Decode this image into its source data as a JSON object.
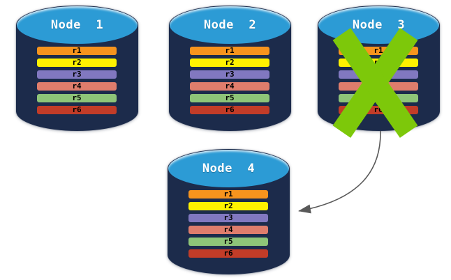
{
  "diagram": {
    "nodes": [
      {
        "title": "Node  1",
        "failed": false
      },
      {
        "title": "Node  2",
        "failed": false
      },
      {
        "title": "Node  3",
        "failed": true
      },
      {
        "title": "Node  4",
        "failed": false
      }
    ],
    "replicas": [
      {
        "label": "r1",
        "color": "#F7941D"
      },
      {
        "label": "r2",
        "color": "#FFF200"
      },
      {
        "label": "r3",
        "color": "#8178C0"
      },
      {
        "label": "r4",
        "color": "#DF7D6C"
      },
      {
        "label": "r5",
        "color": "#8EC578"
      },
      {
        "label": "r6",
        "color": "#C23C28"
      }
    ],
    "colors": {
      "background": "#FFFFFF",
      "cylinder_body": "#1C2B4B",
      "cylinder_top": "#2C9BD5",
      "title_text": "#FFFFFF",
      "replica_text": "#000000",
      "failure_cross": "#7DC80A",
      "arrow": "#595959"
    },
    "icons": {
      "failure_cross": "x-cross-icon",
      "rebalance_arrow": "curved-arrow-icon"
    }
  }
}
